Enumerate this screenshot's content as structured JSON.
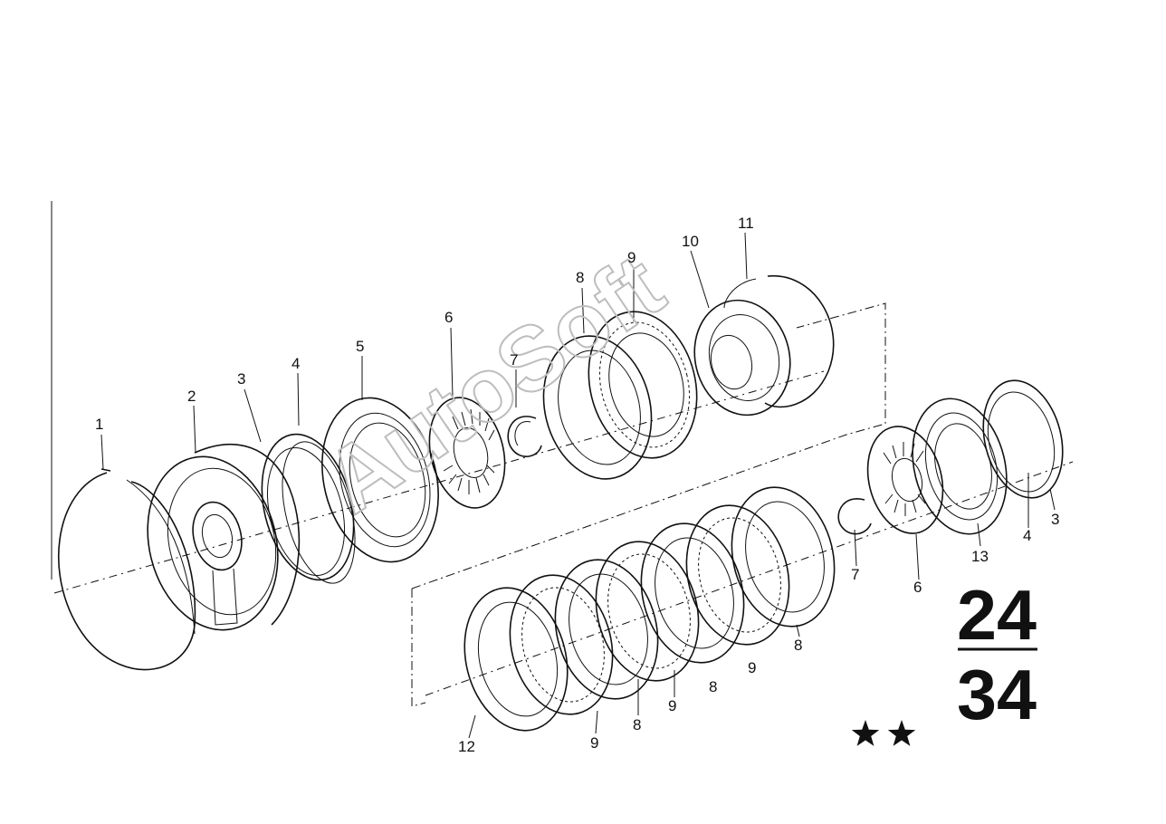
{
  "watermark": "AutoSoft",
  "group_number": {
    "top": "24",
    "bottom": "34"
  },
  "callouts": [
    "1",
    "2",
    "3",
    "4",
    "5",
    "6",
    "7",
    "8",
    "9",
    "10",
    "11",
    "3",
    "4",
    "13",
    "6",
    "7",
    "8",
    "9",
    "8",
    "9",
    "8",
    "9",
    "12"
  ],
  "stars": 2
}
